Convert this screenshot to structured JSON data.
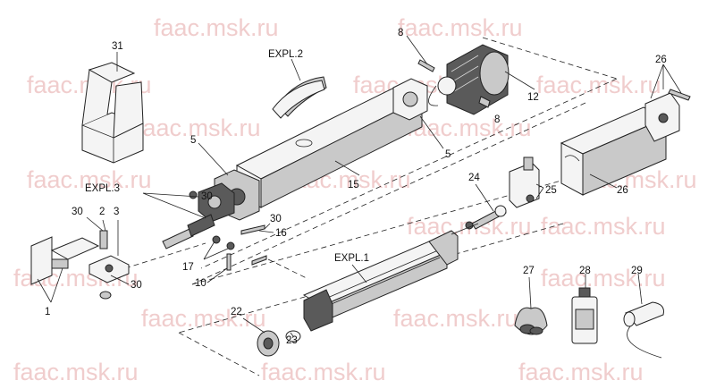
{
  "watermark": "faac.msk.ru",
  "labels": {
    "l31": "31",
    "expl2": "EXPL.2",
    "l8a": "8",
    "l8b": "8",
    "l12": "12",
    "l26a": "26",
    "l26b": "26",
    "l5a": "5",
    "l5b": "5",
    "l15": "15",
    "expl3": "EXPL.3",
    "l30a": "30",
    "l30b": "30",
    "l30c": "30",
    "l2": "2",
    "l3": "3",
    "l16": "16",
    "l17": "17",
    "l10": "10",
    "l1": "1",
    "l24": "24",
    "l25": "25",
    "expl1": "EXPL.1",
    "l22": "22",
    "l23": "23",
    "l27": "27",
    "l28": "28",
    "l29": "29"
  }
}
